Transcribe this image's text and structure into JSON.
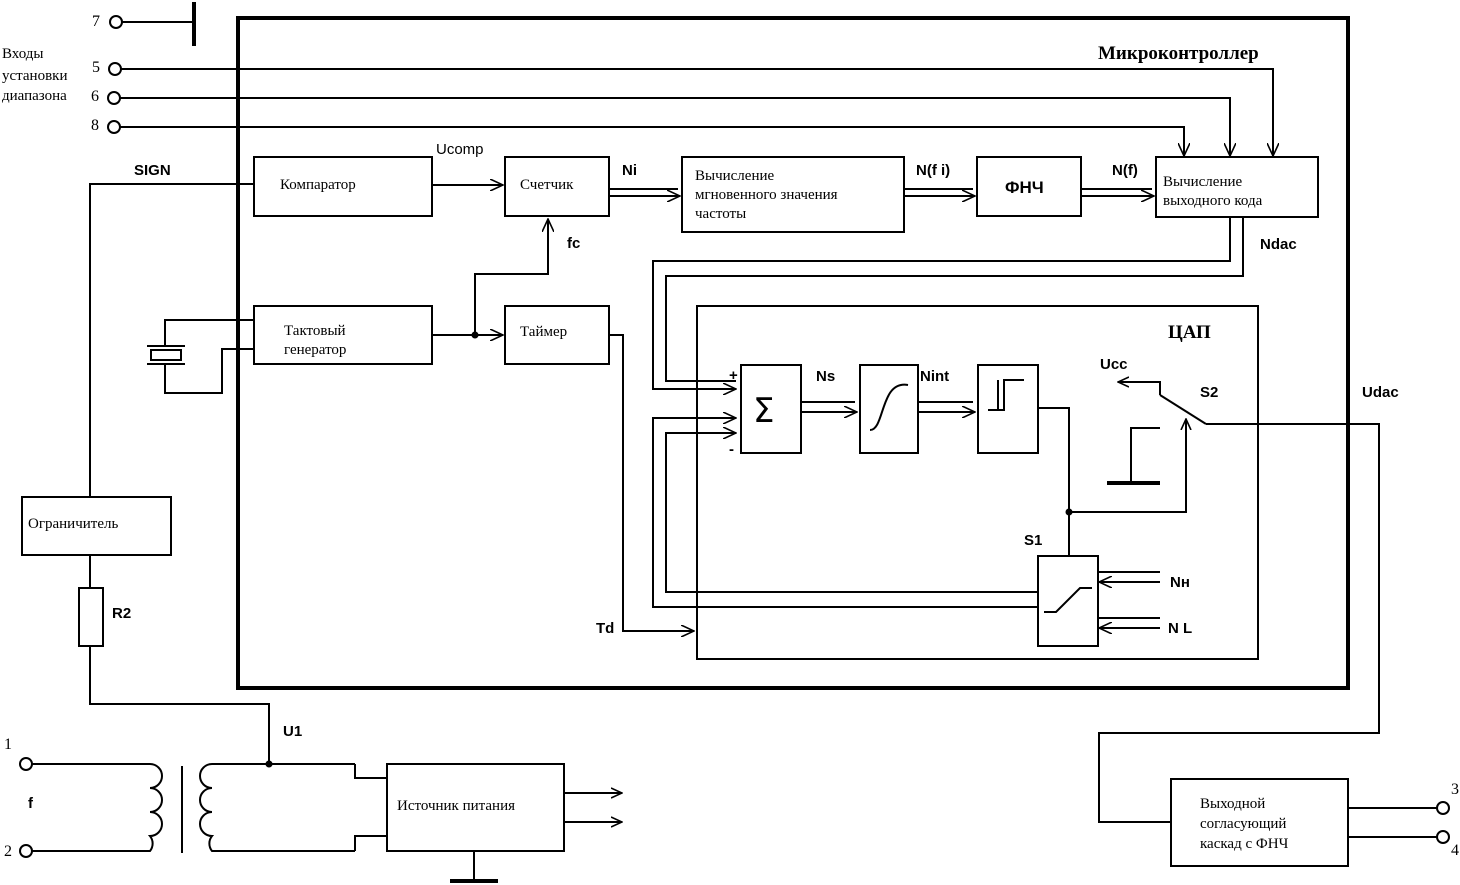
{
  "title": "Микроконтроллер",
  "inputs_label": [
    "Входы",
    "установки",
    "диапазона"
  ],
  "pins": {
    "p1": "1",
    "p2": "2",
    "p3": "3",
    "p4": "4",
    "p5": "5",
    "p6": "6",
    "p7": "7",
    "p8": "8"
  },
  "blocks": {
    "comparator": "Компаратор",
    "counter": "Счетчик",
    "instant_freq": [
      "Вычисление",
      "мгновенного значения",
      "частоты"
    ],
    "lpf": "ФНЧ",
    "output_code": [
      "Вычисление",
      "выходного кода"
    ],
    "clock_gen": [
      "Тактовый",
      "генератор"
    ],
    "timer": "Таймер",
    "dac": "ЦАП",
    "limiter": "Ограничитель",
    "power_supply": "Источник питания",
    "output_stage": [
      "Выходной",
      "согласующий",
      "каскад  с  ФНЧ"
    ]
  },
  "labels": {
    "sign": "SIGN",
    "ucomp": "Ucomp",
    "ni": "Ni",
    "nfi": "N(f i)",
    "nf": "N(f)",
    "fc": "fc",
    "ndac": "Ndac",
    "ns": "Ns",
    "nint": "Nint",
    "ucc": "Ucc",
    "s2": "S2",
    "s1": "S1",
    "udac": "Udac",
    "nh": "Nн",
    "nl": "N L",
    "td": "Td",
    "r2": "R2",
    "u1": "U1",
    "f": "f",
    "plus": "+",
    "minus": "-",
    "sigma": "Σ"
  }
}
